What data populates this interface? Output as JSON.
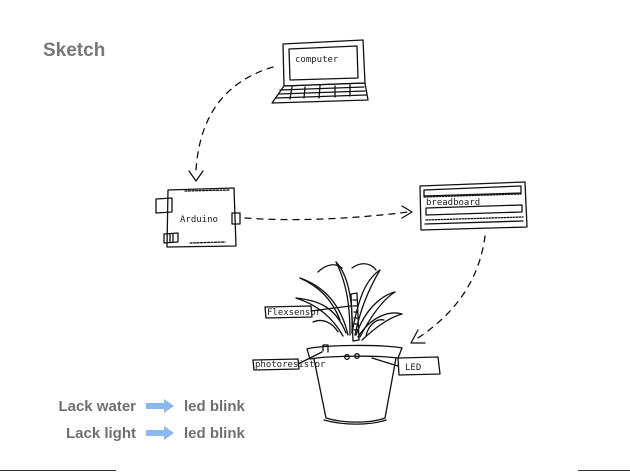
{
  "slide": {
    "title": "Sketch"
  },
  "diagram": {
    "computer_label": "computer",
    "arduino_label": "Arduino",
    "breadboard_label": "breadboard",
    "flexsensor_label": "Flexsensor",
    "photoresistor_label": "photoresistor",
    "led_label": "LED"
  },
  "legend": {
    "rows": [
      {
        "condition": "Lack water",
        "result": "led blink"
      },
      {
        "condition": "Lack light",
        "result": "led blink"
      }
    ],
    "arrow_color": "#8ab8f0"
  }
}
